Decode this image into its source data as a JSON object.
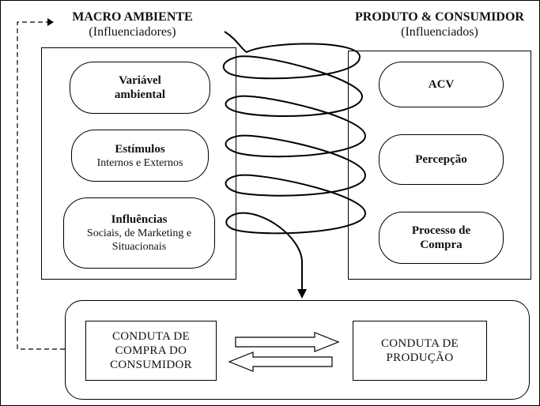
{
  "left_header": {
    "title": "MACRO AMBIENTE",
    "subtitle": "(Influenciadores)"
  },
  "right_header": {
    "title": "PRODUTO & CONSUMIDOR",
    "subtitle": "(Influenciados)"
  },
  "influencers": [
    {
      "title": "Variável ambiental",
      "sub": ""
    },
    {
      "title": "Estímulos",
      "sub": "Internos e Externos"
    },
    {
      "title": "Influências",
      "sub": "Sociais, de Marketing e Situacionais"
    }
  ],
  "influenced": [
    {
      "title": "ACV"
    },
    {
      "title": "Percepção"
    },
    {
      "title": "Processo de Compra"
    }
  ],
  "bottom": {
    "consumer": "CONDUTA DE COMPRA DO CONSUMIDOR",
    "production": "CONDUTA DE PRODUÇÃO"
  }
}
